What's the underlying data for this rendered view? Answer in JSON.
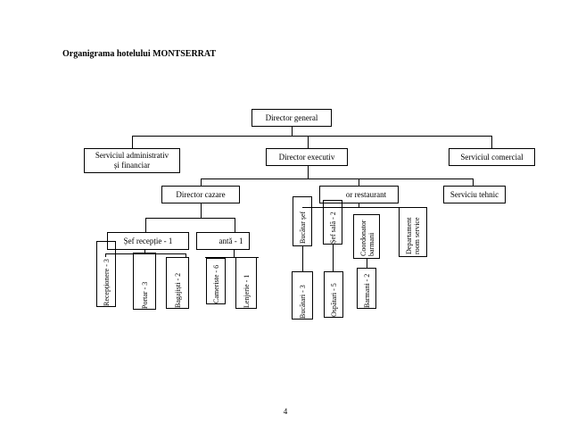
{
  "document": {
    "title": "Organigrama hotelului MONTSERRAT",
    "page_number": "4"
  },
  "org": {
    "director_general": "Director general",
    "serviciu_admin_line1": "Serviciul administrativ",
    "serviciu_admin_line2": "și financiar",
    "director_executiv": "Director executiv",
    "serviciu_comercial": "Serviciul comercial",
    "director_cazare": "Director cazare",
    "director_restaurant": "or restaurant",
    "serviciu_tehnic": "Serviciu tehnic",
    "sef_receptie": "Șef recepție - 1",
    "guvernanta": "antă - 1",
    "receptionere": "Recepționere - 3",
    "portar": "Portar - 3",
    "bagajisti": "Bagajiști - 2",
    "cameriste": "Cameriste - 6",
    "lenjerie": "Lenjerie - 1",
    "bucatar_sef": "Bucătar șef",
    "sef_sala": "Șef sală - 2",
    "coordonator_barmani": "Coordonator barmani",
    "departament_room_service": "Departament room service",
    "bucatari": "Bucătari - 3",
    "ospatari": "Ospătari - 5",
    "barmani": "Barmani - 2"
  }
}
